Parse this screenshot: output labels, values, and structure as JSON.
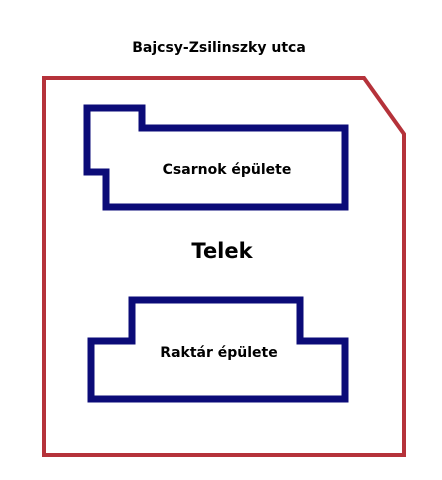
{
  "street_label": "Bajcsy-Zsilinszky utca",
  "plot_label": "Telek",
  "buildings": {
    "hall_label": "Csarnok épülete",
    "warehouse_label": "Raktár épülete"
  },
  "colors": {
    "plot_outline": "#b5323a",
    "building_outline": "#0b0b78",
    "text": "#000000",
    "background": "#ffffff"
  }
}
